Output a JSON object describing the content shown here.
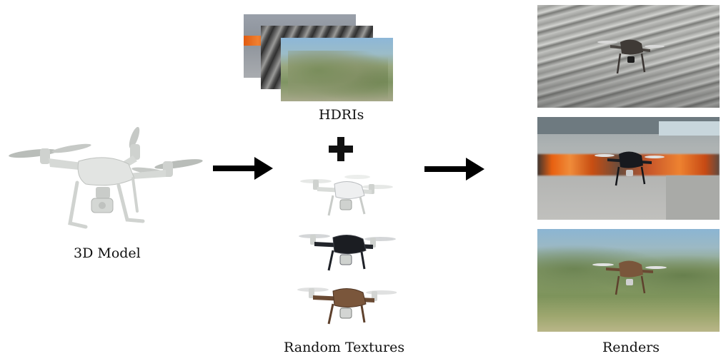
{
  "labels": {
    "model": "3D Model",
    "hdris": "HDRIs",
    "textures": "Random Textures",
    "renders": "Renders"
  },
  "colors": {
    "arrow": "#000000",
    "plus": "#111111",
    "drone_white": "#dcdfdc",
    "drone_black": "#1b1d22",
    "drone_bronze": "#6a4a33"
  },
  "icons": {
    "pipeline_arrow": "arrow-right-icon",
    "combine": "plus-icon"
  },
  "panels": {
    "hdris": [
      "industrial-facade-hdri",
      "bark-texture-hdri",
      "trees-sky-hdri"
    ],
    "renders": [
      "bark-background-render",
      "building-lights-render",
      "trees-render"
    ]
  }
}
